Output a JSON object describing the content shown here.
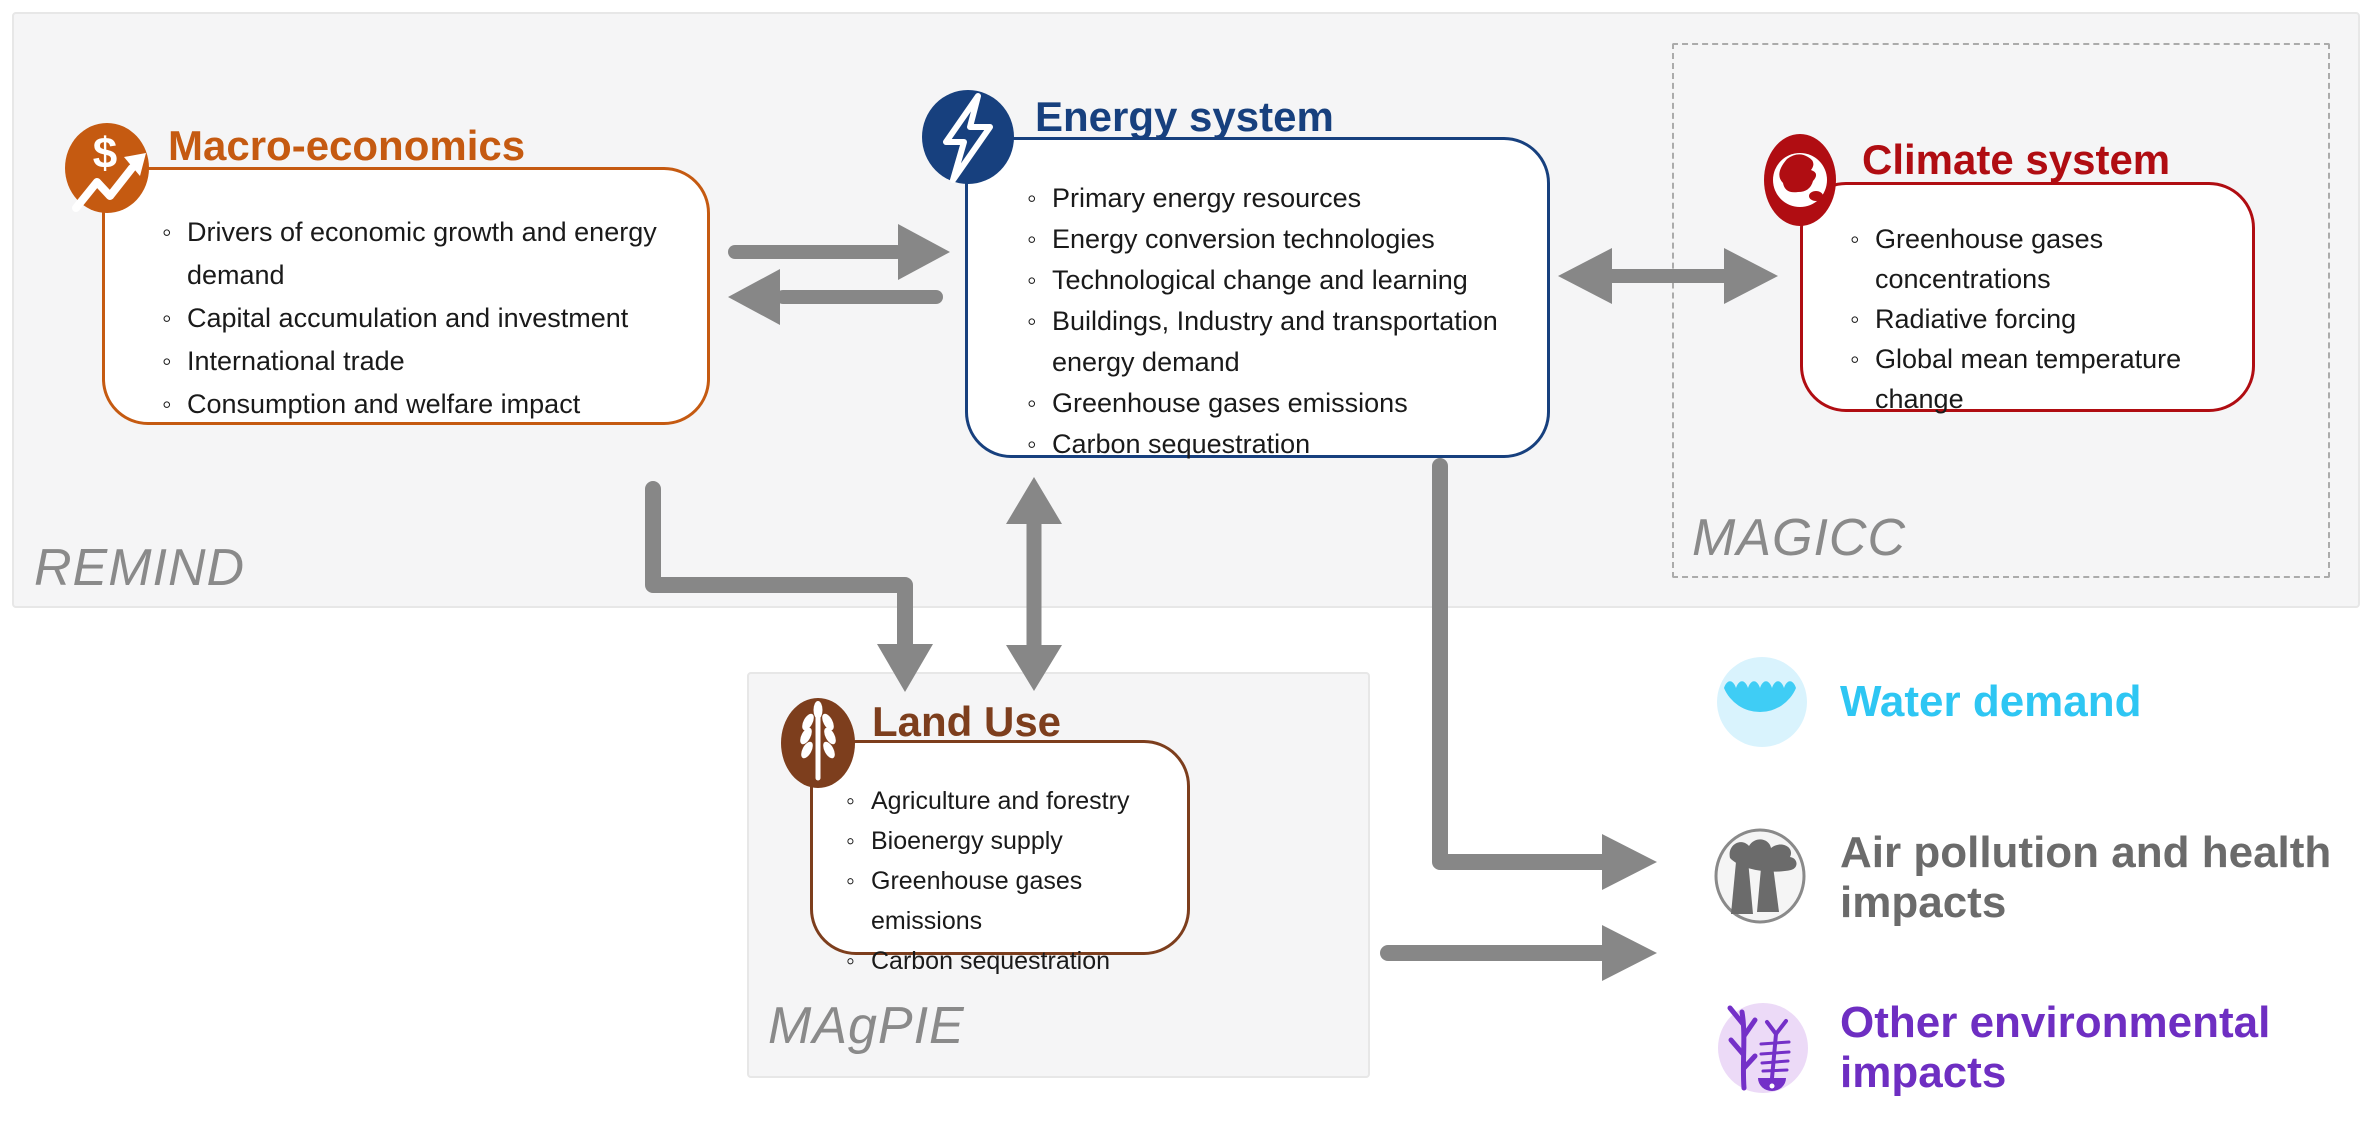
{
  "panels": {
    "remind": {
      "label": "REMIND"
    },
    "magicc": {
      "label": "MAGICC"
    },
    "magpie": {
      "label": "MAgPIE"
    }
  },
  "boxes": {
    "macro": {
      "title": "Macro-economics",
      "bullets": [
        "Drivers of economic growth and energy demand",
        "Capital accumulation and investment",
        "International trade",
        "Consumption and welfare impact"
      ]
    },
    "energy": {
      "title": "Energy system",
      "bullets": [
        "Primary energy resources",
        "Energy conversion technologies",
        "Technological change and learning",
        "Buildings, Industry and transportation energy demand",
        "Greenhouse gases emissions",
        "Carbon sequestration"
      ]
    },
    "climate": {
      "title": "Climate system",
      "bullets": [
        "Greenhouse gases concentrations",
        "Radiative forcing",
        "Global mean temperature change"
      ]
    },
    "landuse": {
      "title": "Land Use",
      "bullets": [
        "Agriculture and forestry",
        "Bioenergy supply",
        "Greenhouse gases emissions",
        "Carbon sequestration"
      ]
    }
  },
  "outputs": {
    "water": {
      "label": "Water demand",
      "color": "#2ec6f3"
    },
    "air": {
      "label": "Air pollution and health impacts",
      "color": "#6b6b6b"
    },
    "other": {
      "label": "Other environmental impacts",
      "color": "#6e2ec2"
    }
  },
  "colors": {
    "macro_orange": "#c55a11",
    "energy_navy": "#17407e",
    "climate_red": "#b00d12",
    "landuse_brown": "#7d3e1d",
    "arrow_gray": "#878787",
    "panel_label_gray": "#8a8a8a",
    "water_icon_bg": "#d9f3fd",
    "water_icon_fill": "#3fcdf5",
    "other_icon_bg": "#ecdaf7",
    "other_icon_fill": "#7430c8"
  }
}
